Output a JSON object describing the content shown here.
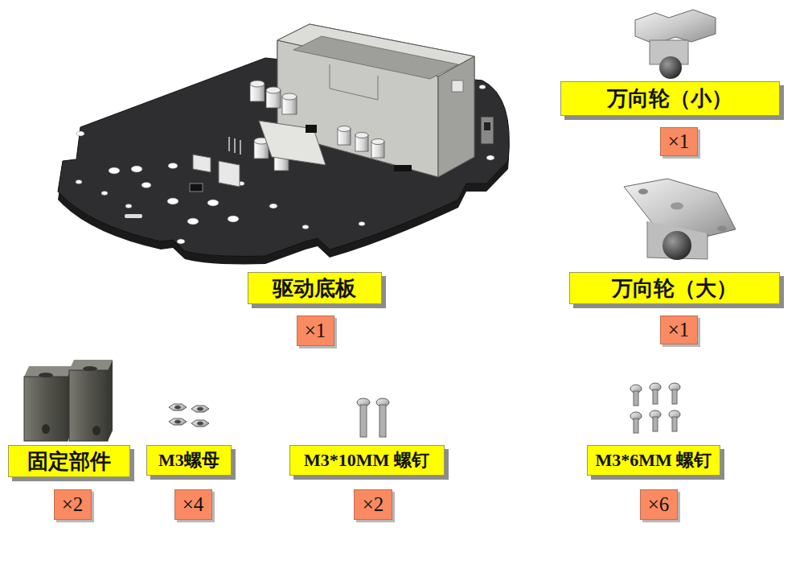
{
  "diagram": {
    "nodes": [
      {
        "text": [
          "万向轮（小）"
        ]
      },
      {
        "text": [
          "×1"
        ]
      },
      {
        "text": [
          "驱动底板"
        ]
      },
      {
        "text": [
          "万向轮（大）"
        ]
      },
      {
        "text": [
          "×1"
        ]
      },
      {
        "text": [
          "×1"
        ]
      },
      {
        "text": [
          "固定部件"
        ]
      },
      {
        "text": [
          "M3螺母"
        ]
      },
      {
        "text": [
          "M3*10MM 螺钉"
        ]
      },
      {
        "text": [
          "M3*6MM 螺钉"
        ]
      },
      {
        "text": [
          "×2"
        ]
      },
      {
        "text": [
          "×4"
        ]
      },
      {
        "text": [
          "×2"
        ]
      },
      {
        "text": [
          "×6"
        ]
      }
    ]
  }
}
